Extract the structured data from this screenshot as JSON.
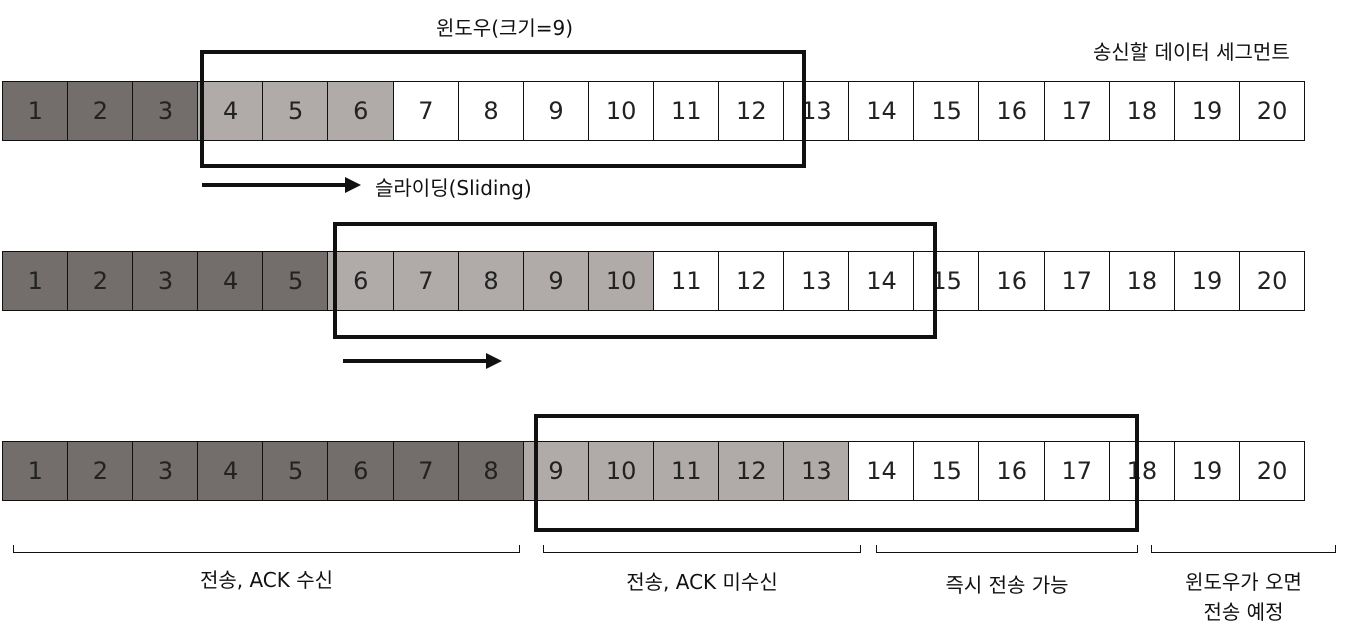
{
  "top_label": "윈도우(크기=9)",
  "right_label": "송신할 데이터 세그먼트",
  "slide_label": "슬라이딩(Sliding)",
  "rows": [
    {
      "cells": [
        {
          "n": "1",
          "s": "dark"
        },
        {
          "n": "2",
          "s": "dark"
        },
        {
          "n": "3",
          "s": "dark"
        },
        {
          "n": "4",
          "s": "light"
        },
        {
          "n": "5",
          "s": "light"
        },
        {
          "n": "6",
          "s": "light"
        },
        {
          "n": "7",
          "s": "white"
        },
        {
          "n": "8",
          "s": "white"
        },
        {
          "n": "9",
          "s": "white"
        },
        {
          "n": "10",
          "s": "white"
        },
        {
          "n": "11",
          "s": "white"
        },
        {
          "n": "12",
          "s": "white"
        },
        {
          "n": "13",
          "s": "white"
        },
        {
          "n": "14",
          "s": "white"
        },
        {
          "n": "15",
          "s": "white"
        },
        {
          "n": "16",
          "s": "white"
        },
        {
          "n": "17",
          "s": "white"
        },
        {
          "n": "18",
          "s": "white"
        },
        {
          "n": "19",
          "s": "white"
        },
        {
          "n": "20",
          "s": "white"
        }
      ]
    },
    {
      "cells": [
        {
          "n": "1",
          "s": "dark"
        },
        {
          "n": "2",
          "s": "dark"
        },
        {
          "n": "3",
          "s": "dark"
        },
        {
          "n": "4",
          "s": "dark"
        },
        {
          "n": "5",
          "s": "dark"
        },
        {
          "n": "6",
          "s": "light"
        },
        {
          "n": "7",
          "s": "light"
        },
        {
          "n": "8",
          "s": "light"
        },
        {
          "n": "9",
          "s": "light"
        },
        {
          "n": "10",
          "s": "light"
        },
        {
          "n": "11",
          "s": "white"
        },
        {
          "n": "12",
          "s": "white"
        },
        {
          "n": "13",
          "s": "white"
        },
        {
          "n": "14",
          "s": "white"
        },
        {
          "n": "15",
          "s": "white"
        },
        {
          "n": "16",
          "s": "white"
        },
        {
          "n": "17",
          "s": "white"
        },
        {
          "n": "18",
          "s": "white"
        },
        {
          "n": "19",
          "s": "white"
        },
        {
          "n": "20",
          "s": "white"
        }
      ]
    },
    {
      "cells": [
        {
          "n": "1",
          "s": "dark"
        },
        {
          "n": "2",
          "s": "dark"
        },
        {
          "n": "3",
          "s": "dark"
        },
        {
          "n": "4",
          "s": "dark"
        },
        {
          "n": "5",
          "s": "dark"
        },
        {
          "n": "6",
          "s": "dark"
        },
        {
          "n": "7",
          "s": "dark"
        },
        {
          "n": "8",
          "s": "dark"
        },
        {
          "n": "9",
          "s": "light"
        },
        {
          "n": "10",
          "s": "light"
        },
        {
          "n": "11",
          "s": "light"
        },
        {
          "n": "12",
          "s": "light"
        },
        {
          "n": "13",
          "s": "light"
        },
        {
          "n": "14",
          "s": "white"
        },
        {
          "n": "15",
          "s": "white"
        },
        {
          "n": "16",
          "s": "white"
        },
        {
          "n": "17",
          "s": "white"
        },
        {
          "n": "18",
          "s": "white"
        },
        {
          "n": "19",
          "s": "white"
        },
        {
          "n": "20",
          "s": "white"
        }
      ]
    }
  ],
  "captions": {
    "sent_acked": "전송, ACK 수신",
    "sent_unacked": "전송, ACK 미수신",
    "sendable": "즉시 전송 가능",
    "after_open_line1": "윈도우가 오면",
    "after_open_line2": "전송 예정"
  },
  "colors": {
    "sent_acked": "#736d6b",
    "sent_unacked": "#b0aaa8",
    "unsent": "#ffffff"
  }
}
